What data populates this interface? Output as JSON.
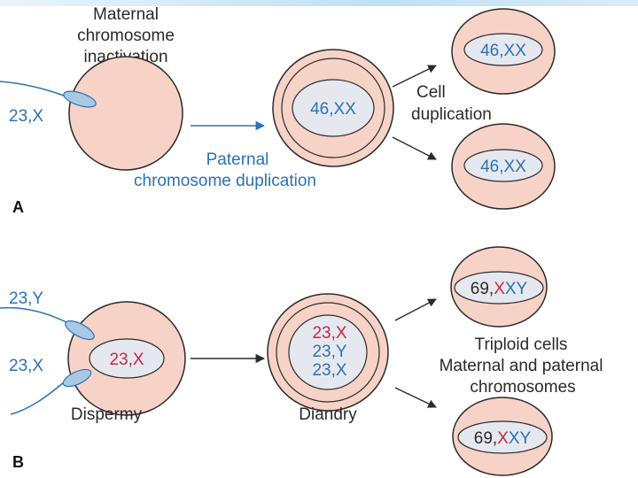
{
  "colors": {
    "cell_fill": "#f7d2c7",
    "cell_stroke": "#2b2b2b",
    "nucleus_fill": "#e6e8f0",
    "sperm_fill": "#a9c8e4",
    "paternal_blue": "#2a72b5",
    "maternal_red": "#c8283c",
    "text_dark": "#2a2a2a"
  },
  "panel_a": {
    "panel_label": "A",
    "title_line1": "Maternal",
    "title_line2": "chromosome",
    "title_line3": "inactivation",
    "sperm_label": "23,X",
    "arrow_label_line1": "Paternal",
    "arrow_label_line2": "chromosome duplication",
    "zygote_nucleus": "46,XX",
    "split_label_line1": "Cell",
    "split_label_line2": "duplication",
    "daughter_top": "46,XX",
    "daughter_bottom": "46,XX"
  },
  "panel_b": {
    "panel_label": "B",
    "sperm1_label": "23,Y",
    "sperm2_label": "23,X",
    "egg_nucleus": "23,X",
    "egg_caption": "Dispermy",
    "zygote_line1": "23,X",
    "zygote_line2": "23,Y",
    "zygote_line3": "23,X",
    "zygote_caption": "Diandry",
    "label_line1": "Triploid cells",
    "label_line2": "Maternal and paternal",
    "label_line3": "chromosomes",
    "daughter_top": {
      "prefix": "69,",
      "red": "X",
      "blue": "XY"
    },
    "daughter_bottom": {
      "prefix": "69,",
      "red": "X",
      "blue": "XY"
    }
  }
}
